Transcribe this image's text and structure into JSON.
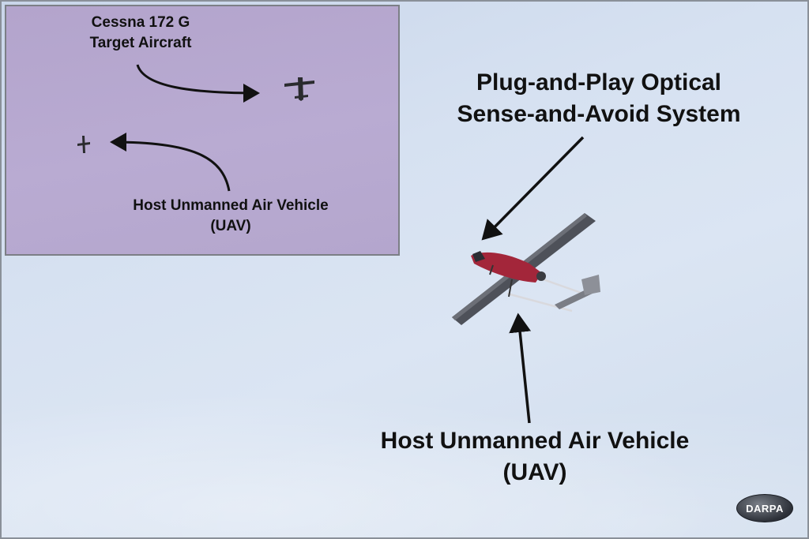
{
  "inset": {
    "target_label_line1": "Cessna 172 G",
    "target_label_line2": "Target Aircraft",
    "host_label_line1": "Host Unmanned Air Vehicle",
    "host_label_line2": "(UAV)"
  },
  "main": {
    "system_label_line1": "Plug-and-Play Optical",
    "system_label_line2": "Sense-and-Avoid System",
    "host_label_line1": "Host Unmanned Air Vehicle",
    "host_label_line2": "(UAV)"
  },
  "logo": {
    "text": "DARPA"
  },
  "colors": {
    "sky": "#d6e1f1",
    "inset_background": "#b9abd2",
    "uav_fuselage": "#a3263a",
    "arrow": "#111111"
  }
}
